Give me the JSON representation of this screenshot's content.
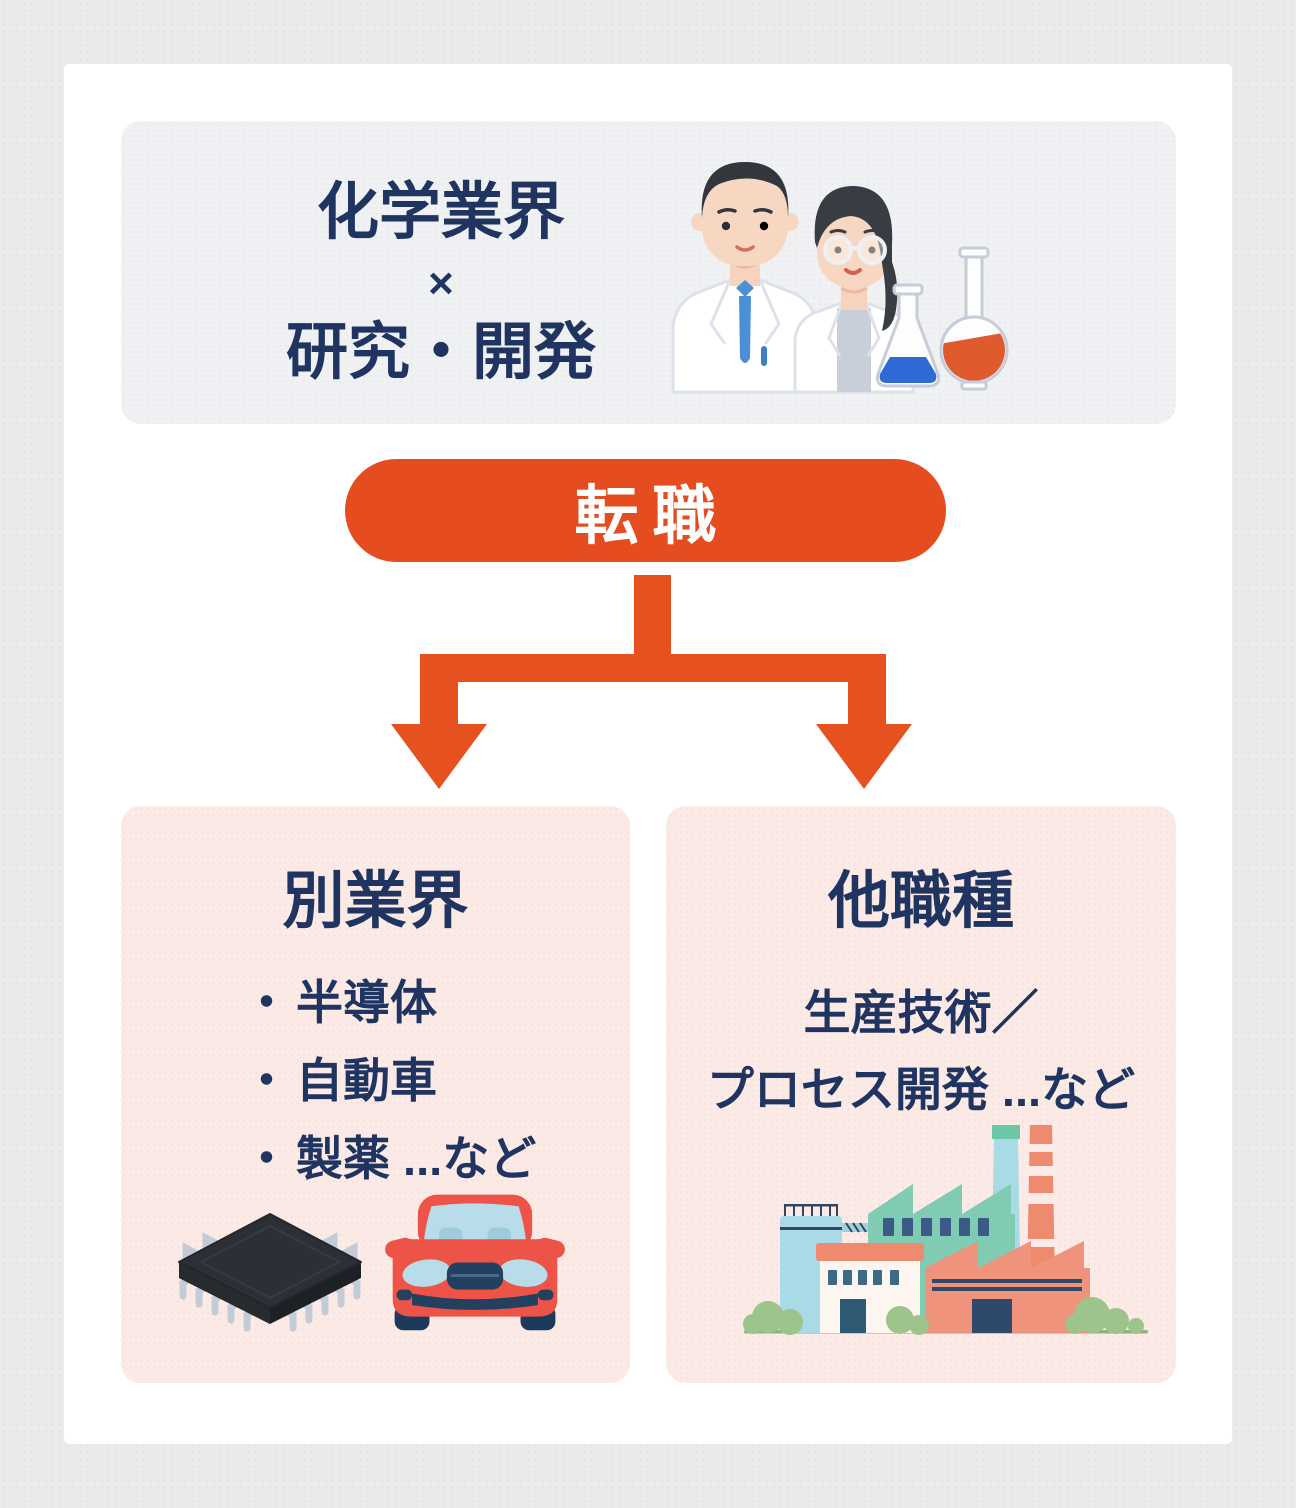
{
  "colors": {
    "page_bg": "#ebebeb",
    "card_bg": "#ffffff",
    "header_box_bg": "#f0f1f3",
    "pink_box_bg": "#fbeae5",
    "accent_orange": "#e54d20",
    "navy_text": "#1f3460",
    "pill_text": "#ffffff"
  },
  "header_box": {
    "industry": "化学業界",
    "cross": "×",
    "role": "研究・開発"
  },
  "transition": {
    "label": "転職"
  },
  "branches": {
    "left": {
      "title": "別業界",
      "bullet": "・",
      "items": [
        "半導体",
        "自動車",
        "製薬 ...など"
      ]
    },
    "right": {
      "title": "他職種",
      "lines": [
        "生産技術／",
        "プロセス開発 ...など"
      ]
    }
  },
  "icons": {
    "scientists": "scientists-with-flasks-illustration",
    "chip": "microchip-icon",
    "car": "red-car-icon",
    "factory": "factory-icon",
    "arrows": "branching-down-arrows-icon"
  }
}
